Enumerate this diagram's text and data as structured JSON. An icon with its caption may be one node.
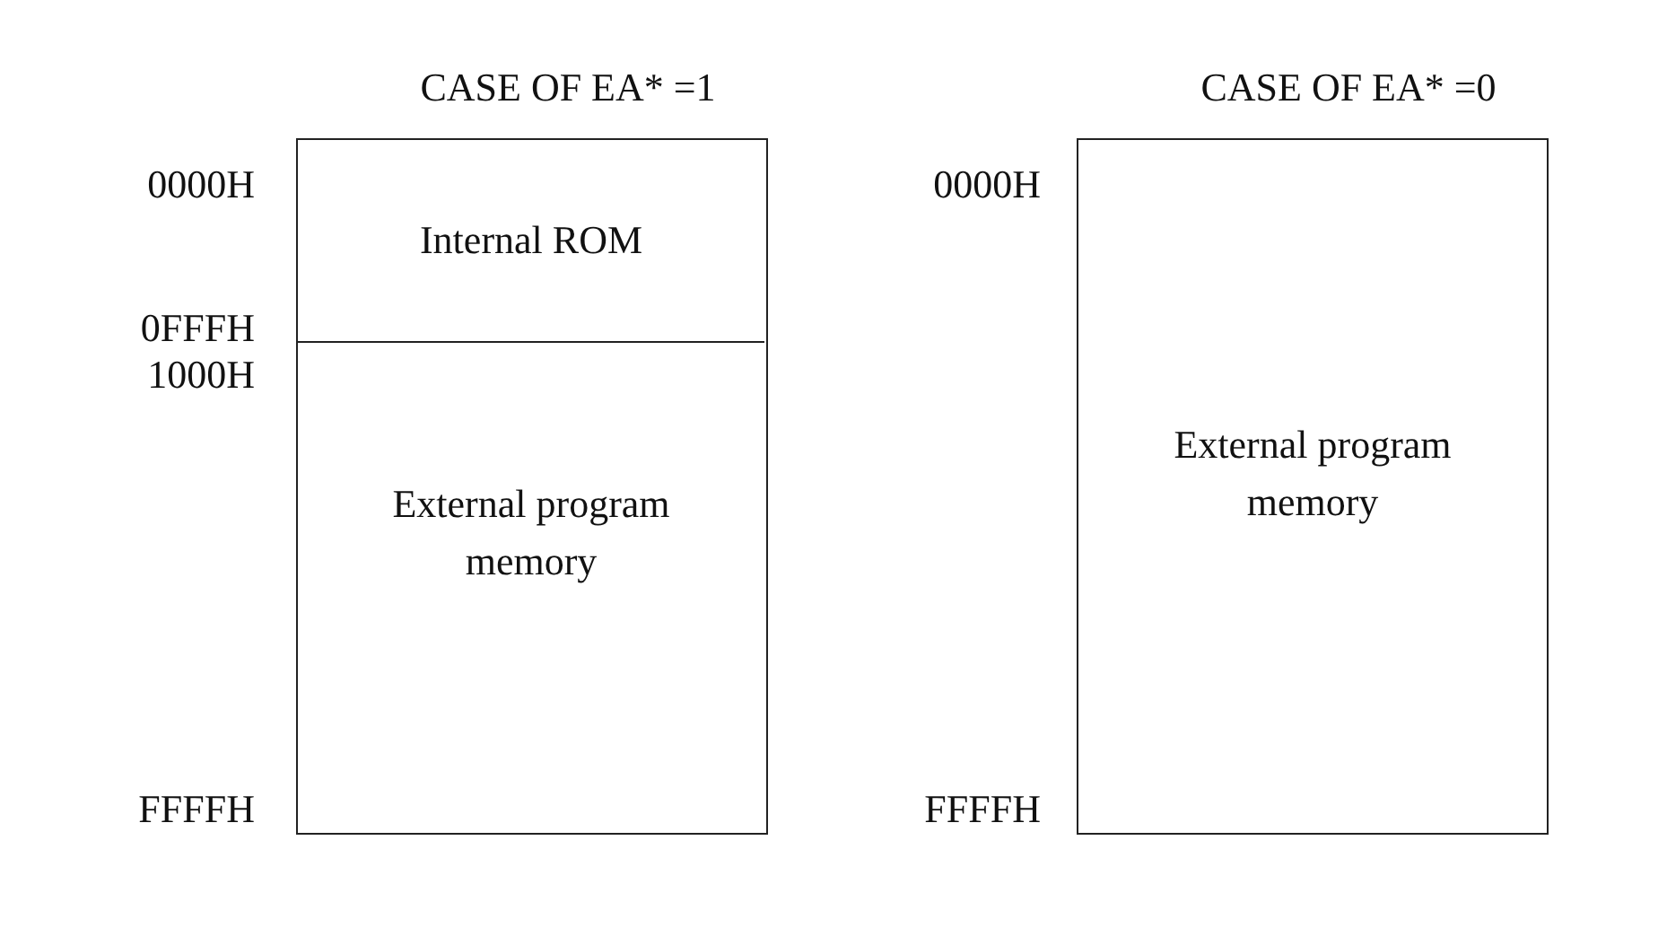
{
  "diagram": {
    "nodes": [
      {
        "text": [
          "CASE OF EA* =1"
        ]
      },
      {
        "text": [
          "Internal ROM"
        ],
        "in": 0
      },
      {
        "text": [
          "External program memory"
        ],
        "in": 0
      },
      {
        "text": [
          "CASE OF EA* =0",
          "External program memory"
        ]
      }
    ],
    "labels": [
      "0000H",
      "0FFFH",
      "1000H",
      "FFFFH",
      "0000H",
      "FFFFH"
    ]
  }
}
